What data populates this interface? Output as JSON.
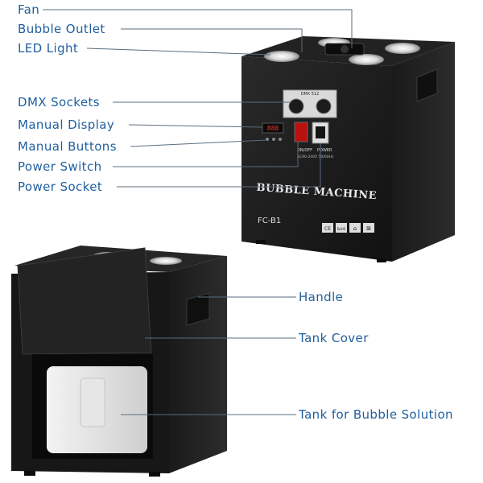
{
  "labels_left": [
    {
      "id": "fan",
      "text": "Fan"
    },
    {
      "id": "bubble-outlet",
      "text": "Bubble Outlet"
    },
    {
      "id": "led-light",
      "text": "LED Light"
    },
    {
      "id": "dmx-sockets",
      "text": "DMX Sockets"
    },
    {
      "id": "manual-display",
      "text": "Manual Display"
    },
    {
      "id": "manual-buttons",
      "text": "Manual Buttons"
    },
    {
      "id": "power-switch",
      "text": "Power Switch"
    },
    {
      "id": "power-socket",
      "text": "Power Socket"
    }
  ],
  "labels_right": [
    {
      "id": "handle",
      "text": "Handle"
    },
    {
      "id": "tank-cover",
      "text": "Tank Cover"
    },
    {
      "id": "tank",
      "text": "Tank for Bubble Solution"
    }
  ],
  "machine": {
    "brand_text": "BUBBLE MACHINE",
    "model": "FC-B1",
    "panel_header": "DMX 512",
    "display_digits": "888",
    "switch_label": "ON/OFF",
    "power_label": "POWER",
    "voltage_label": "AC90-240V 50/60Hz",
    "cert_marks": [
      "CE",
      "RoHS",
      "⌂",
      "⊠"
    ]
  },
  "colors": {
    "label": "#1f5f9f",
    "body": "#1c1c1c",
    "leader": "#5b6d7e"
  }
}
